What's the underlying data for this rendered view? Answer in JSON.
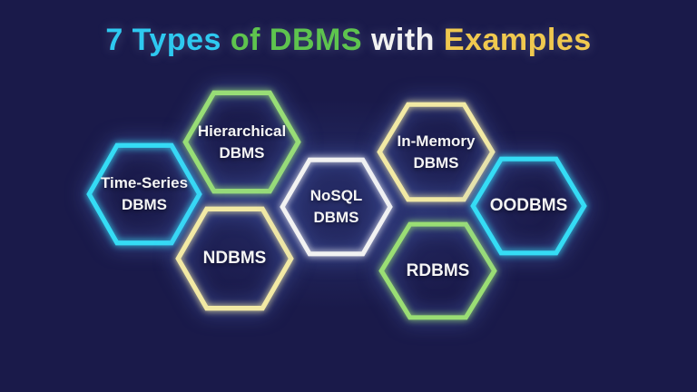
{
  "title": {
    "full": "7 Types of DBMS with Examples",
    "segments": [
      {
        "text": "7 Types ",
        "color": "#2ec9f0"
      },
      {
        "text": "of DBMS ",
        "color": "#5ec44e"
      },
      {
        "text": "with ",
        "color": "#f2f2f2"
      },
      {
        "text": "Examples",
        "color": "#f0c94f"
      }
    ]
  },
  "hexagons": [
    {
      "id": "time-series-dbms",
      "label": "Time-Series DBMS",
      "lines": [
        "Time-Series",
        "DBMS"
      ],
      "border_color": "#35dcf5"
    },
    {
      "id": "hierarchical-dbms",
      "label": "Hierarchical DBMS",
      "lines": [
        "Hierarchical",
        "DBMS"
      ],
      "border_color": "#98dd76"
    },
    {
      "id": "ndbms",
      "label": "NDBMS",
      "lines": [
        "NDBMS"
      ],
      "border_color": "#f2e9a4"
    },
    {
      "id": "nosql-dbms",
      "label": "NoSQL DBMS",
      "lines": [
        "NoSQL",
        "DBMS"
      ],
      "border_color": "#f2f2f2"
    },
    {
      "id": "in-memory-dbms",
      "label": "In-Memory DBMS",
      "lines": [
        "In-Memory",
        "DBMS"
      ],
      "border_color": "#f2e9a4"
    },
    {
      "id": "rdbms",
      "label": "RDBMS",
      "lines": [
        "RDBMS"
      ],
      "border_color": "#9ade74"
    },
    {
      "id": "oodbms",
      "label": "OODBMS",
      "lines": [
        "OODBMS"
      ],
      "border_color": "#35dcf5"
    }
  ],
  "colors": {
    "background": "#1a1a4a",
    "label_text": "#f5f5f5"
  }
}
